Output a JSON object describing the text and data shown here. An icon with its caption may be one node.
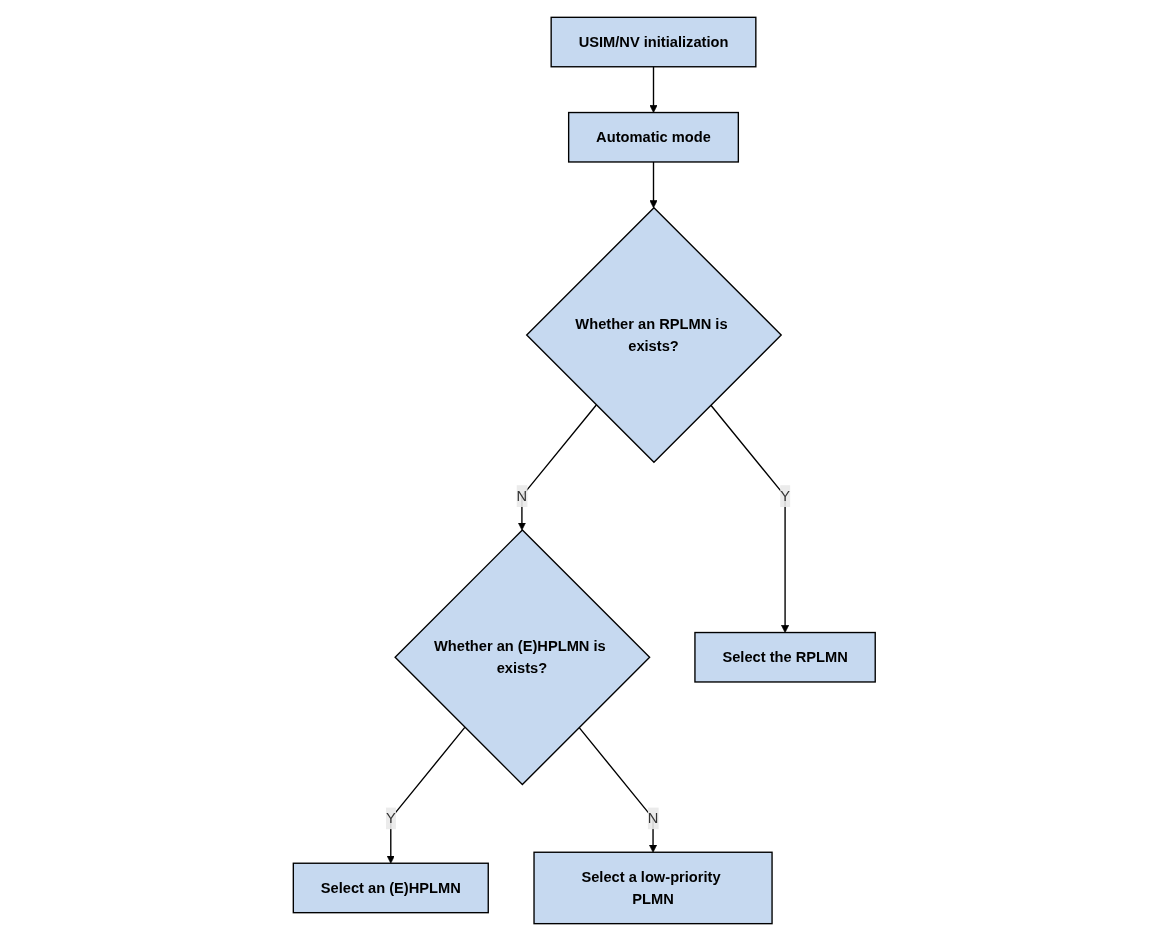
{
  "diagram": {
    "nodes": [
      {
        "text": [
          "USIM/NV initialization"
        ]
      },
      {
        "text": [
          "Automatic mode"
        ]
      },
      {
        "text": [
          "Whether an RPLMN is exists?"
        ]
      },
      {
        "text": [
          "Whether an (E)HPLMN is exists?"
        ]
      },
      {
        "text": [
          "Select the RPLMN"
        ]
      },
      {
        "text": [
          "Select an (E)HPLMN"
        ]
      },
      {
        "text": [
          "Select a low-priority PLMN"
        ]
      }
    ],
    "edges": [
      {
        "from": 0,
        "to": 1,
        "arrow": "to"
      },
      {
        "from": 1,
        "to": 2,
        "arrow": "to"
      },
      {
        "from": 2,
        "to": 3,
        "label": "N",
        "arrow": "to"
      },
      {
        "from": 2,
        "to": 4,
        "label": "Y",
        "arrow": "to"
      },
      {
        "from": 3,
        "to": 5,
        "label": "Y",
        "arrow": "to"
      },
      {
        "from": 3,
        "to": 6,
        "label": "N",
        "arrow": "to"
      }
    ]
  }
}
